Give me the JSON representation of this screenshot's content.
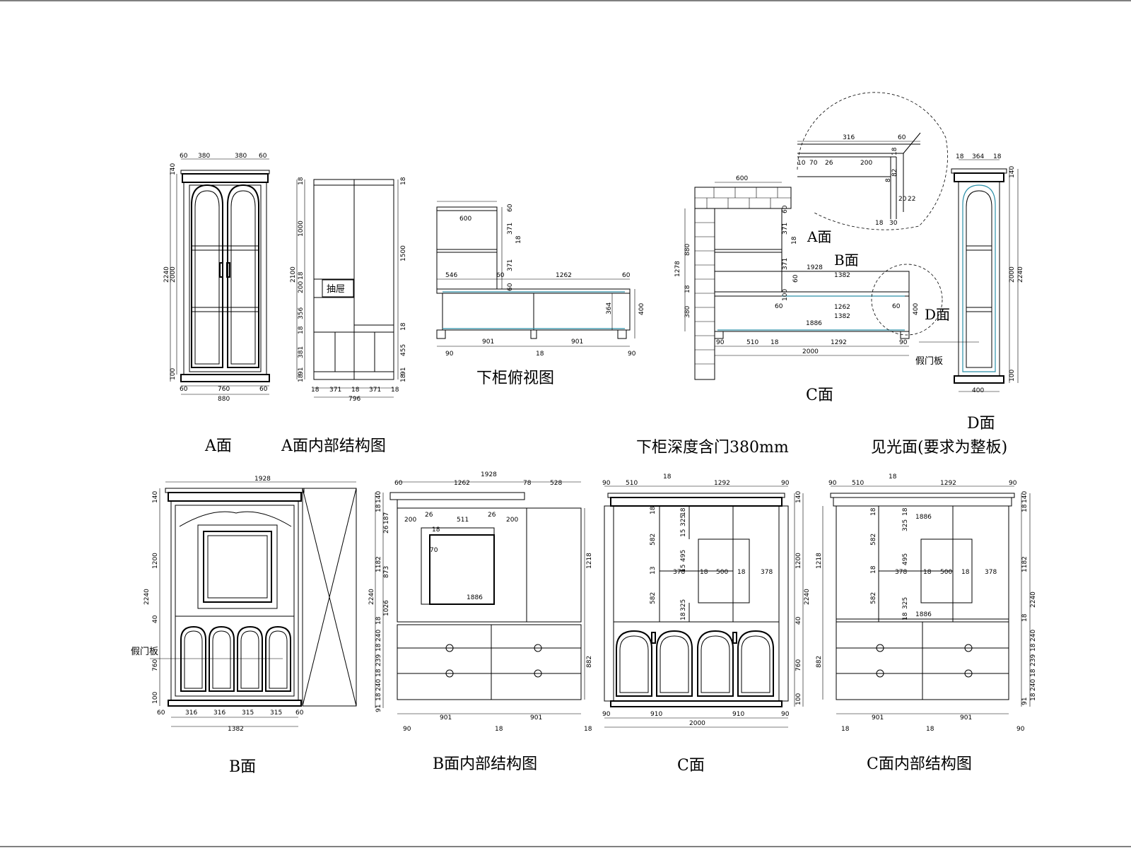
{
  "captions": {
    "a_face": "A面",
    "a_internal": "A面内部结构图",
    "lower_top_view": "下柜俯视图",
    "c_face_top": "C面",
    "lower_depth_note": "下柜深度含门380mm",
    "d_face": "D面",
    "d_face_note": "见光面(要求为整板)",
    "b_face": "B面",
    "b_internal": "B面内部结构图",
    "c_face": "C面",
    "c_internal": "C面内部结构图"
  },
  "labels": {
    "drawer": "抽屉",
    "a_mark": "A面",
    "b_mark": "B面",
    "d_mark": "D面",
    "fake_door": "假门板",
    "fake_door_b": "假门板"
  },
  "dims": {
    "a_top": [
      "60",
      "380",
      "380",
      "60"
    ],
    "a_left": [
      "140",
      "2000",
      "2240",
      "100"
    ],
    "a_bottom": [
      "60",
      "760",
      "60",
      "880"
    ],
    "ai_left": [
      "18",
      "1000",
      "2100",
      "200",
      "18",
      "356",
      "18",
      "381",
      "91",
      "18"
    ],
    "ai_right": [
      "18",
      "1500",
      "18",
      "455",
      "91",
      "18"
    ],
    "ai_bottom": [
      "18",
      "371",
      "18",
      "371",
      "18",
      "796"
    ],
    "tv_top": [
      "600",
      "546",
      "60",
      "1262",
      "60"
    ],
    "tv_right": [
      "60",
      "371",
      "18",
      "371",
      "60",
      "364",
      "400"
    ],
    "tv_bottom": [
      "90",
      "901",
      "18",
      "901",
      "90"
    ],
    "c_top": [
      "600",
      "1928",
      "1382",
      "1262",
      "1886",
      "1382"
    ],
    "c_left": [
      "1278",
      "880",
      "18",
      "380"
    ],
    "c_right": [
      "60",
      "371",
      "18",
      "371",
      "60",
      "100",
      "60",
      "60",
      "400"
    ],
    "c_bottom": [
      "90",
      "510",
      "18",
      "1292",
      "90",
      "2000"
    ],
    "detail": [
      "316",
      "60",
      "10",
      "70",
      "26",
      "200",
      "18",
      "82",
      "8",
      "20",
      "22",
      "18",
      "30"
    ],
    "d_top": [
      "18",
      "364",
      "18"
    ],
    "d_right": [
      "140",
      "2000",
      "2240",
      "100"
    ],
    "d_bottom": [
      "400"
    ],
    "b_top": [
      "1928"
    ],
    "b_left": [
      "140",
      "1200",
      "2240",
      "40",
      "760",
      "100"
    ],
    "b_bottom": [
      "60",
      "316",
      "316",
      "315",
      "315",
      "60",
      "1382"
    ],
    "bi_top": [
      "1928",
      "60",
      "1262",
      "78",
      "528"
    ],
    "bi_inner": [
      "200",
      "26",
      "511",
      "26",
      "200",
      "18",
      "70",
      "1886"
    ],
    "bi_left": [
      "140",
      "18",
      "187",
      "26",
      "1182",
      "873",
      "2240",
      "1026",
      "18",
      "240",
      "18",
      "239",
      "18",
      "240",
      "18",
      "91"
    ],
    "bi_right": [
      "1218",
      "882"
    ],
    "bi_bottom": [
      "90",
      "901",
      "18",
      "901",
      "18"
    ],
    "cf_top": [
      "90",
      "510",
      "18",
      "1292",
      "90"
    ],
    "cf_inner": [
      "18",
      "582",
      "13",
      "582",
      "18",
      "325",
      "15",
      "495",
      "15",
      "325",
      "18",
      "378",
      "18",
      "500",
      "18",
      "378"
    ],
    "cf_right": [
      "140",
      "1200",
      "2240",
      "40",
      "760",
      "100"
    ],
    "cf_bottom": [
      "90",
      "910",
      "910",
      "90",
      "2000"
    ],
    "ci_top": [
      "90",
      "510",
      "18",
      "1292",
      "90",
      "1886"
    ],
    "ci_left": [
      "1218",
      "882",
      "18",
      "582",
      "18",
      "582"
    ],
    "ci_inner": [
      "18",
      "325",
      "495",
      "325",
      "18",
      "378",
      "18",
      "500",
      "18",
      "378",
      "1886"
    ],
    "ci_right": [
      "140",
      "18",
      "1182",
      "18",
      "2240",
      "240",
      "18",
      "239",
      "18",
      "240",
      "91",
      "18"
    ],
    "ci_bottom": [
      "18",
      "901",
      "18",
      "901",
      "90"
    ]
  }
}
